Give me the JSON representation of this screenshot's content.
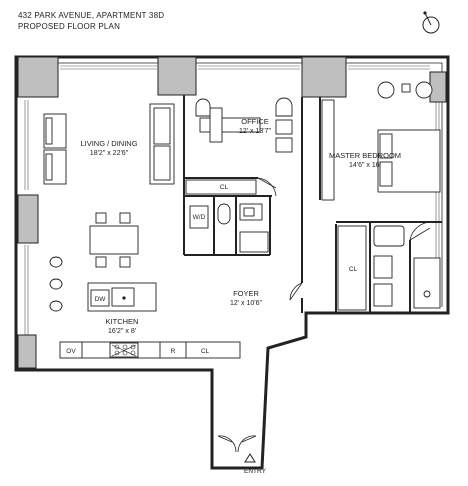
{
  "header": {
    "line1": "432 PARK AVENUE, APARTMENT 38D",
    "line2": "PROPOSED FLOOR PLAN"
  },
  "rooms": {
    "living": {
      "name": "LIVING / DINING",
      "dim": "18'2\" x 22'6\""
    },
    "office": {
      "name": "OFFICE",
      "dim": "12' x 13'7\""
    },
    "master": {
      "name": "MASTER BEDROOM",
      "dim": "14'6\" x 16'"
    },
    "foyer": {
      "name": "FOYER",
      "dim": "12' x 10'6\""
    },
    "kitchen": {
      "name": "KITCHEN",
      "dim": "16'2\" x 8'"
    }
  },
  "fixtures": {
    "closet_office": "CL",
    "closet_master": "CL",
    "closet_foyer": "CL",
    "washer_dryer": "W/D",
    "dishwasher": "DW",
    "oven": "OV",
    "refrigerator": "R"
  },
  "entry_label": "ENTRY",
  "icons": {
    "compass": "north-arrow-icon",
    "entry": "entry-triangle-icon"
  }
}
